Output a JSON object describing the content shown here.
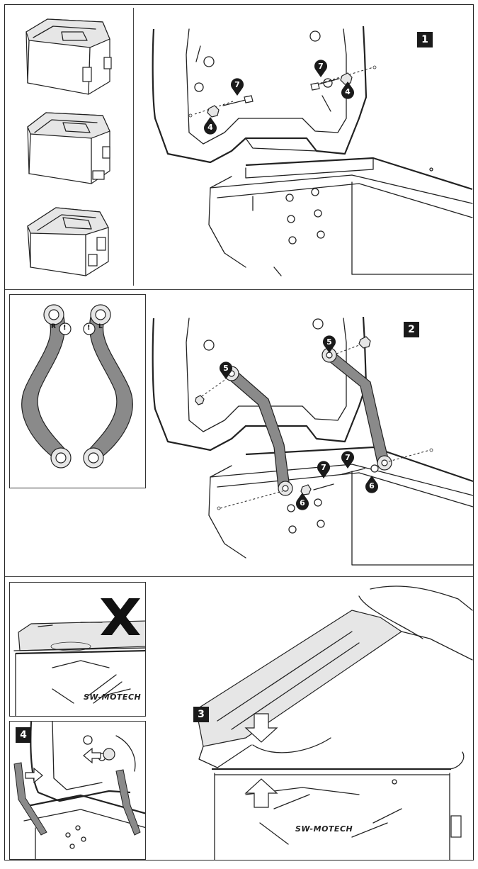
{
  "steps": {
    "s1": "1",
    "s2": "2",
    "s3": "3",
    "s4": "4"
  },
  "callouts": {
    "part4": "4",
    "part5": "5",
    "part6": "6",
    "part7": "7"
  },
  "brand_label": "SW-MOTECH",
  "strap_marks": {
    "right": "R",
    "left": "L",
    "warning": "!"
  },
  "colors": {
    "line": "#222222",
    "fill_light": "#e6e6e6",
    "callout": "#1a1a1a"
  }
}
